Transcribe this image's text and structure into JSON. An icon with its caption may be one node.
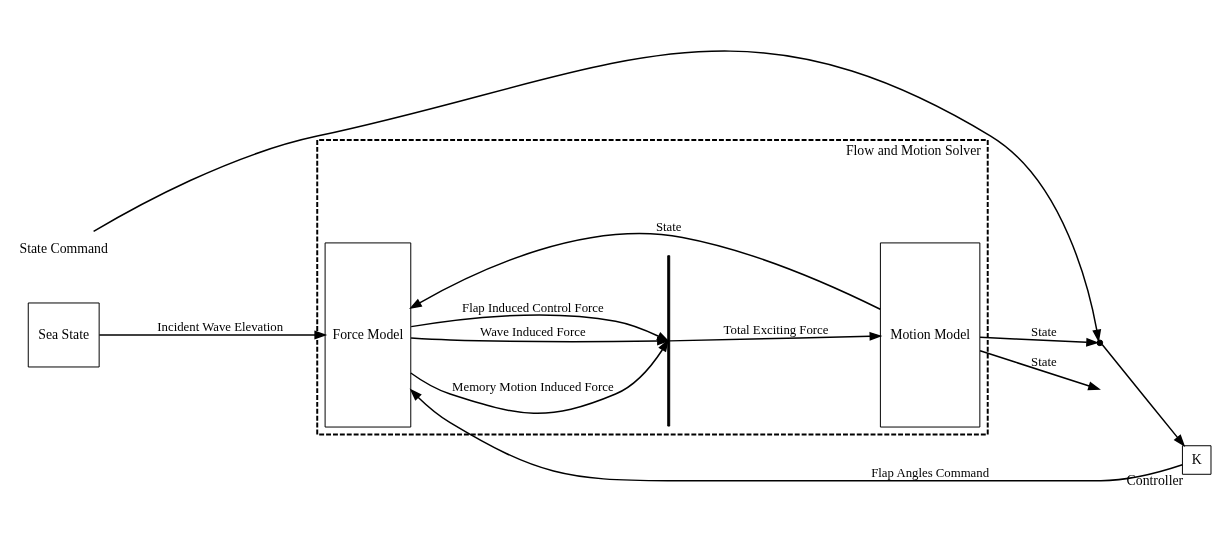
{
  "diagram": {
    "nodes": [
      {
        "text": [
          "Flow and Motion Solver"
        ]
      },
      {
        "text": [
          "Sea State"
        ]
      },
      {
        "text": [
          "Force Model"
        ],
        "in": 0
      },
      {
        "text": [],
        "shape": "bar",
        "in": 0
      },
      {
        "text": [
          "Motion Model"
        ],
        "in": 0
      },
      {
        "text": [
          "K"
        ],
        "beside": [
          "Controller"
        ]
      },
      {
        "text": [],
        "shape": "point"
      },
      {
        "text": [
          "State Command"
        ]
      }
    ],
    "edges": [
      {
        "from": 4,
        "to": 2,
        "label": "State",
        "arrow": "to"
      },
      {
        "from": 1,
        "to": 2,
        "label": "Incident Wave Elevation",
        "arrow": "to"
      },
      {
        "from": 5,
        "to": 2,
        "label": "Flap Angles Command",
        "arrow": "to"
      },
      {
        "from": 2,
        "to": 3,
        "label": "Memory Motion Induced Force",
        "arrow": "to"
      },
      {
        "from": 2,
        "to": 3,
        "label": "Wave Induced Force",
        "arrow": "to"
      },
      {
        "from": 2,
        "to": 3,
        "label": "Flap Induced Control Force",
        "arrow": "to"
      },
      {
        "from": 3,
        "to": 4,
        "label": "Total Exciting Force",
        "arrow": "to"
      },
      {
        "from": 4,
        "to": null,
        "label": "State",
        "arrow": "to"
      },
      {
        "from": 7,
        "to": 6,
        "arrow": "to"
      },
      {
        "from": 4,
        "to": 6,
        "label": "State",
        "arrow": "to"
      },
      {
        "from": 6,
        "to": 5,
        "arrow": "to"
      }
    ]
  }
}
